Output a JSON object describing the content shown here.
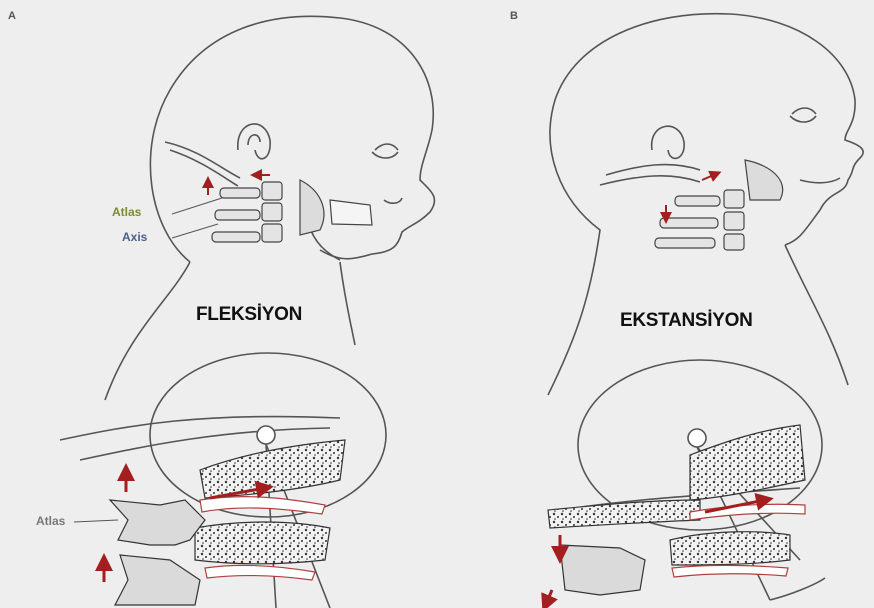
{
  "panels": {
    "a": {
      "letter": "A",
      "atlas": "Atlas",
      "axis": "Axis",
      "title": "FLEKSİYON",
      "atlas_lower": "Atlas"
    },
    "b": {
      "letter": "B",
      "title": "EKSTANSİYON"
    }
  },
  "colors": {
    "background": "#eeeeee",
    "line": "#555555",
    "arrow": "#a31e1e",
    "atlas_label": "#7a8a3a",
    "axis_label": "#4a5f8a"
  }
}
